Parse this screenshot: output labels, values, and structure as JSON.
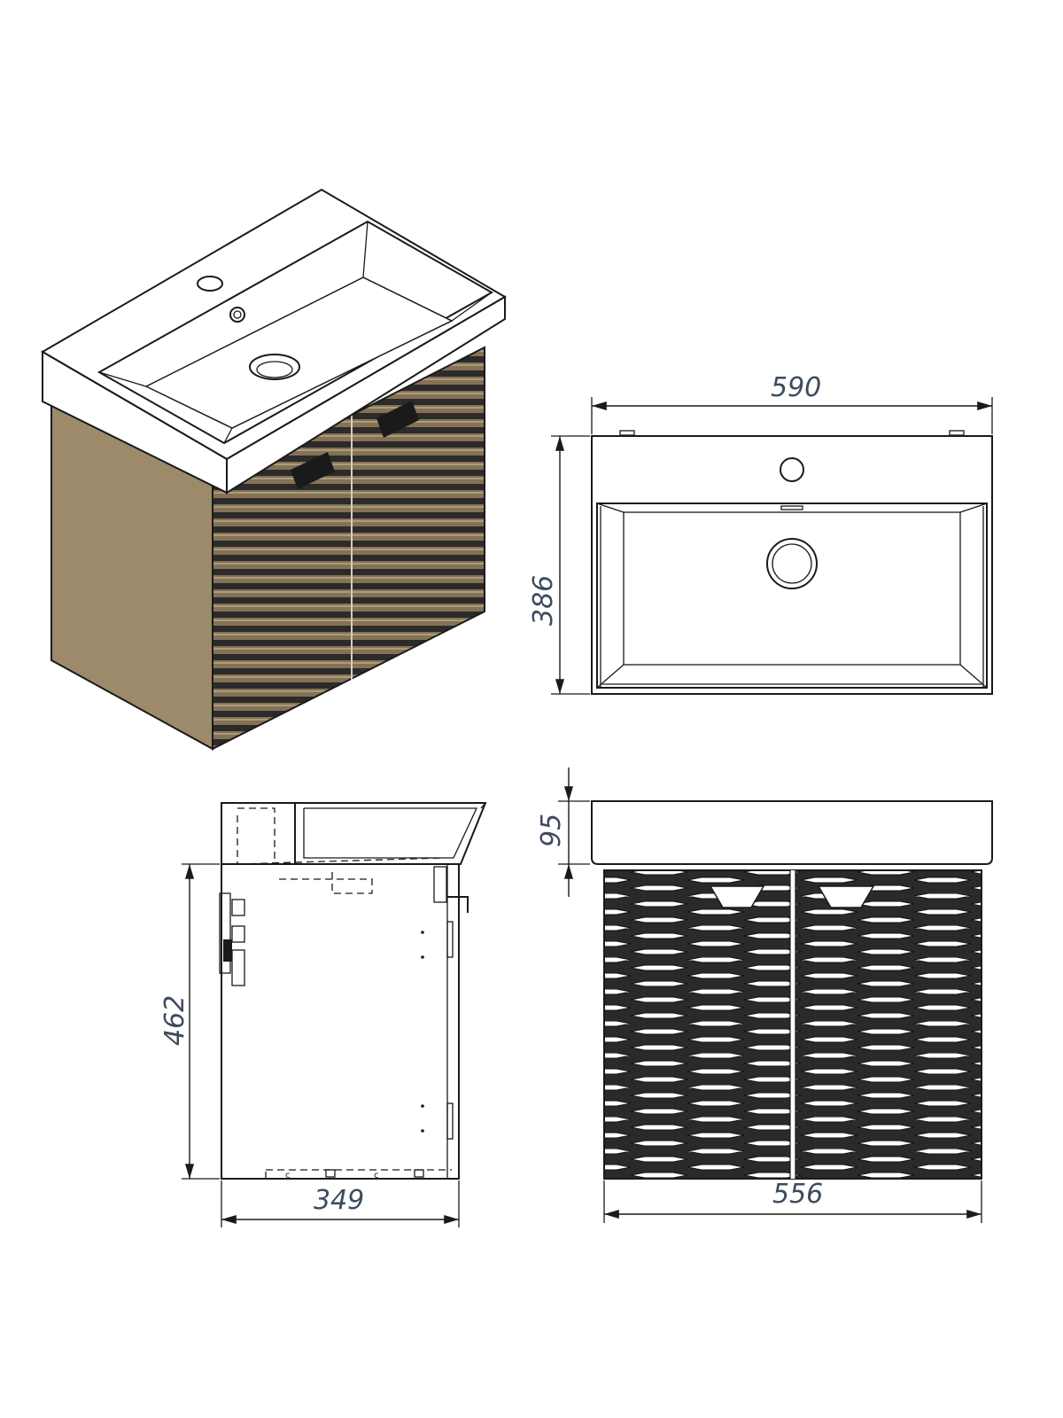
{
  "colors": {
    "cabinet_body": "#9c8a6b",
    "cabinet_front": "#857255",
    "slat_dark": "#2b2b2b",
    "basin": "#ffffff",
    "line": "#1a1a1a",
    "dimension_text": "#3d4b5e"
  },
  "dimensions": {
    "top_width": "590",
    "top_depth": "386",
    "side_height": "462",
    "side_depth": "349",
    "basin_height": "95",
    "front_width": "556"
  },
  "views": [
    "isometric",
    "top",
    "side",
    "front"
  ]
}
